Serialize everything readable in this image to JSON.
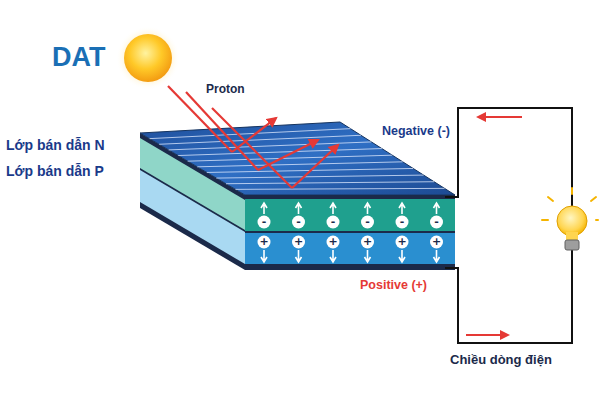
{
  "diagram": {
    "labels": [
      "DAT",
      "Proton",
      "Lớp bán dẫn N",
      "Lớp bán dẫn P",
      "Negative (-)",
      "Positive (+)",
      "Chiều dòng điện",
      "-",
      "-",
      "-",
      "-",
      "-",
      "-",
      "+",
      "+",
      "+",
      "+",
      "+",
      "+"
    ]
  }
}
